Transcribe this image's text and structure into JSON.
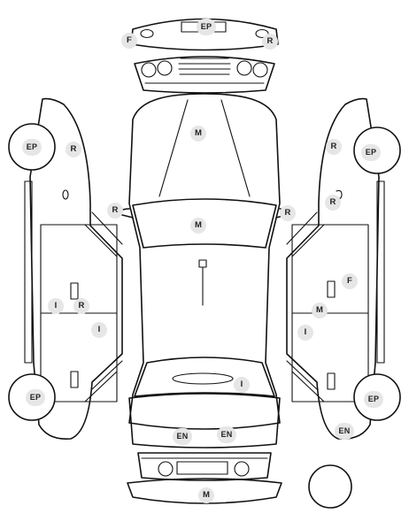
{
  "diagram": {
    "marker_bg": "#e6e6e6",
    "marker_text_color": "#222222",
    "line_color": "#111111",
    "markers": {
      "front_bumper_center": "EP",
      "front_bumper_left": "F",
      "front_bumper_right": "R",
      "hood": "M",
      "windshield": "M",
      "trunk": "I",
      "rear_bumper_left": "EN",
      "rear_bumper_right": "EN",
      "rear_bottom": "M",
      "left_front_wheel": "EP",
      "left_rear_wheel": "EP",
      "left_front_fender": "R",
      "left_mirror": "R",
      "left_sill": "I",
      "left_front_door_bottom": "R",
      "left_rear_door": "I",
      "right_front_wheel": "EP",
      "right_rear_wheel": "EP",
      "right_front_fender": "R",
      "right_front_door_top": "R",
      "right_mirror": "R",
      "right_front_door": "F",
      "right_door_joint": "M",
      "right_rear_door": "I",
      "right_rear_corner": "EN"
    }
  }
}
